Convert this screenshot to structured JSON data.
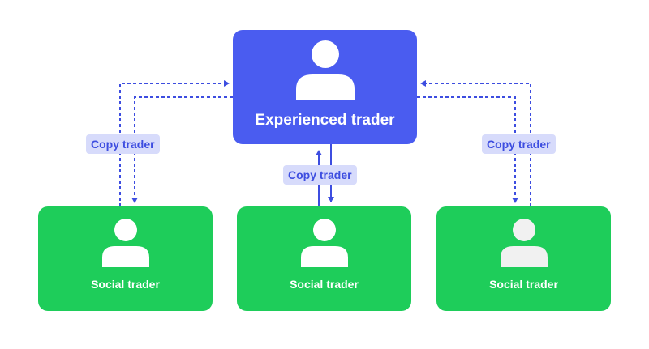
{
  "experienced": {
    "label": "Experienced trader",
    "icon": "person-icon"
  },
  "social_traders": [
    {
      "label": "Social trader",
      "icon": "person-icon"
    },
    {
      "label": "Social trader",
      "icon": "person-icon"
    },
    {
      "label": "Social trader",
      "icon": "person-icon"
    }
  ],
  "links": [
    {
      "label": "Copy trader"
    },
    {
      "label": "Copy trader"
    },
    {
      "label": "Copy trader"
    }
  ],
  "colors": {
    "experienced": "#4a5cf0",
    "social": "#1ecd5a",
    "connector": "#3d4de0",
    "badge_bg": "#d7dbfb"
  }
}
